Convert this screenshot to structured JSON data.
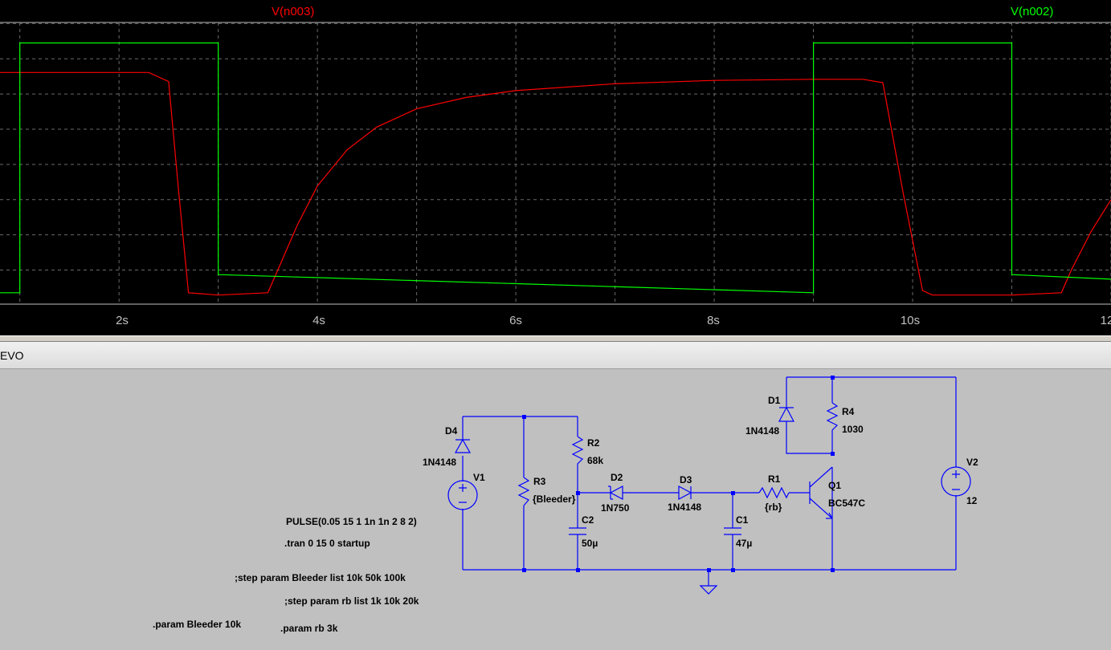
{
  "plot": {
    "traces": [
      {
        "name": "V(n003)",
        "color": "#ff0000"
      },
      {
        "name": "V(n002)",
        "color": "#00ff00"
      }
    ],
    "x_ticks": [
      "2s",
      "4s",
      "6s",
      "8s",
      "10s",
      "12"
    ],
    "chart_data": {
      "type": "line",
      "x_ticks": [
        "2s",
        "4s",
        "6s",
        "8s",
        "10s",
        "12"
      ],
      "xlim": [
        0.8,
        12
      ],
      "grid": true,
      "y_tick_labels_visible": false,
      "series": [
        {
          "name": "V(n003)",
          "color": "#ff0000",
          "x": [
            0.8,
            2.3,
            2.5,
            2.6,
            2.7,
            3.0,
            3.5,
            3.6,
            3.8,
            4.0,
            4.3,
            4.6,
            5.0,
            5.5,
            6.0,
            7.0,
            8.0,
            9.0,
            9.5,
            9.7,
            9.9,
            10.1,
            10.2,
            10.5,
            11.0,
            11.5,
            11.6,
            11.8,
            12.0
          ],
          "y": [
            10.2,
            10.2,
            9.8,
            5.0,
            0.5,
            0.4,
            0.5,
            1.5,
            3.5,
            5.2,
            6.8,
            7.8,
            8.6,
            9.1,
            9.4,
            9.7,
            9.85,
            9.9,
            9.9,
            9.75,
            5.0,
            0.6,
            0.4,
            0.4,
            0.4,
            0.5,
            1.5,
            3.2,
            4.6
          ]
        },
        {
          "name": "V(n002)",
          "color": "#00ff00",
          "x": [
            0.8,
            1.0,
            1.0,
            3.0,
            3.0,
            9.0,
            9.0,
            11.0,
            11.0,
            12.0
          ],
          "y": [
            0.5,
            0.5,
            11.5,
            11.5,
            1.3,
            0.5,
            11.5,
            11.5,
            1.3,
            1.1
          ]
        }
      ]
    }
  },
  "schematic_window": {
    "title": "EVO",
    "components": {
      "D4": {
        "ref": "D4",
        "value": "1N4148"
      },
      "V1": {
        "ref": "V1"
      },
      "R3": {
        "ref": "R3",
        "value": "{Bleeder}"
      },
      "R2": {
        "ref": "R2",
        "value": "68k"
      },
      "C2": {
        "ref": "C2",
        "value": "50µ"
      },
      "D2": {
        "ref": "D2",
        "value": "1N750"
      },
      "D3": {
        "ref": "D3",
        "value": "1N4148"
      },
      "C1": {
        "ref": "C1",
        "value": "47µ"
      },
      "R1": {
        "ref": "R1",
        "value": "{rb}"
      },
      "Q1": {
        "ref": "Q1",
        "value": "BC547C"
      },
      "D1": {
        "ref": "D1",
        "value": "1N4148"
      },
      "R4": {
        "ref": "R4",
        "value": "1030"
      },
      "V2": {
        "ref": "V2",
        "value": "12"
      }
    },
    "directives": {
      "pulse": "PULSE(0.05 15 1 1n 1n 2 8 2)",
      "tran": ".tran 0 15 0 startup",
      "step_bleeder": ";step param Bleeder list 10k 50k 100k",
      "step_rb": ";step param rb list 1k 10k 20k",
      "param_bleeder": ".param Bleeder 10k",
      "param_rb": ".param rb 3k"
    }
  }
}
